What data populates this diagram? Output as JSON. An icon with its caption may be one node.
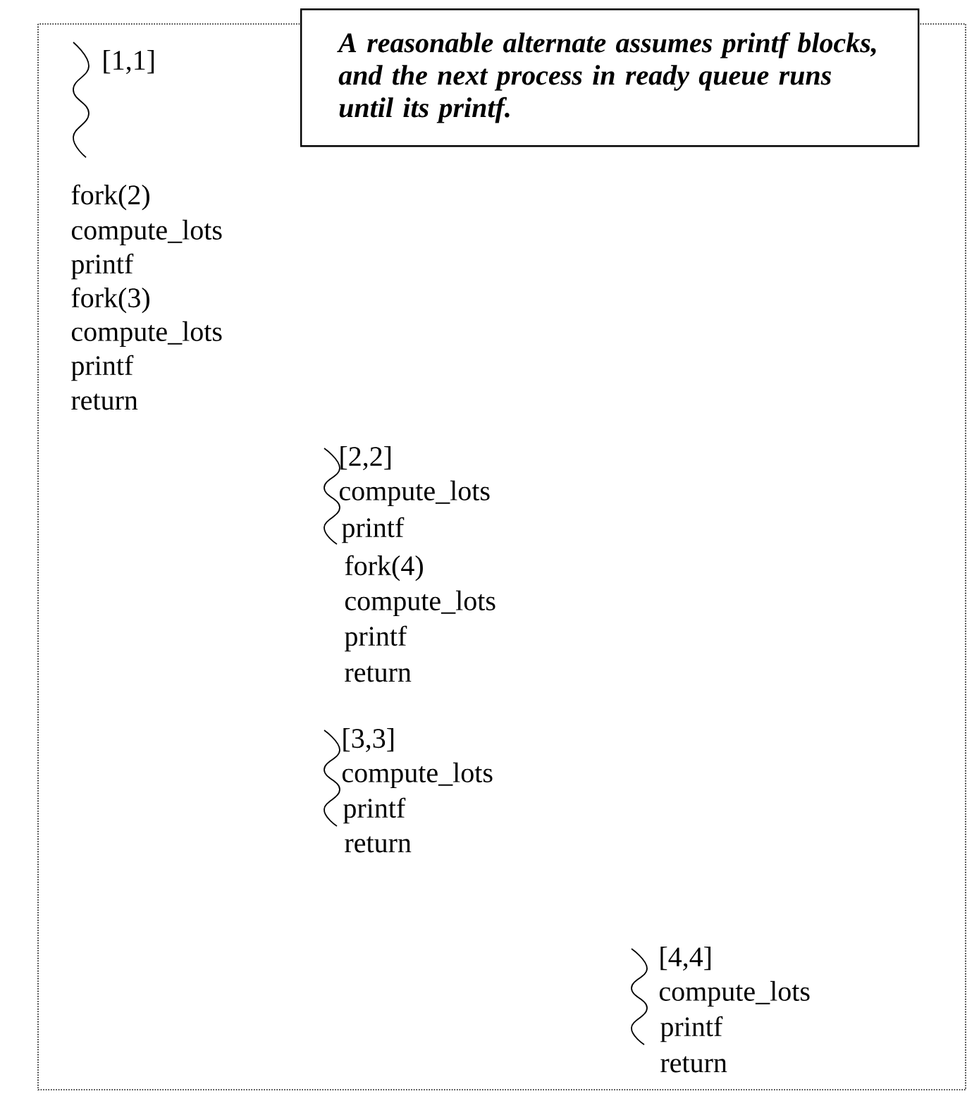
{
  "diagram": {
    "nodes": [
      {
        "text": [
          "A reasonable alternate assumes printf blocks, and the next process in ready queue runs until its printf."
        ]
      }
    ],
    "labels": [
      "[1,1]",
      "fork(2)",
      "compute_lots",
      "printf",
      "fork(3)",
      "compute_lots",
      "printf",
      "return",
      "[2,2]",
      "compute_lots",
      "printf",
      "fork(4)",
      "compute_lots",
      "printf",
      "return",
      "[3,3]",
      "compute_lots",
      "printf",
      "return",
      "[4,4]",
      "compute_lots",
      "printf",
      "return"
    ]
  }
}
